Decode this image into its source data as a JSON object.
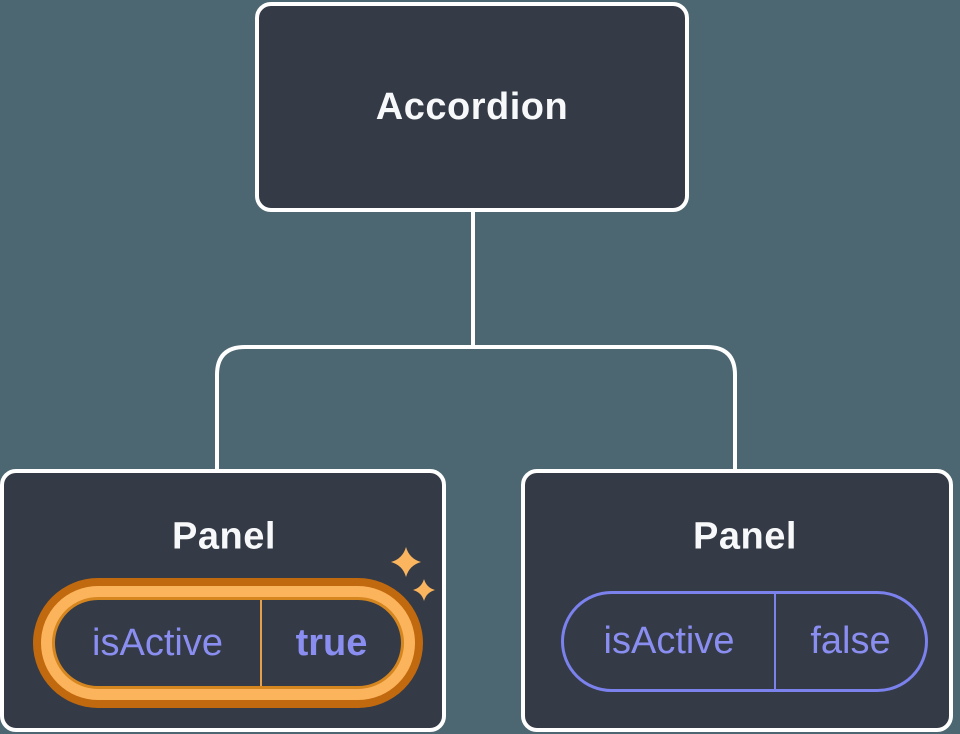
{
  "colors": {
    "background_teal": "#4C6771",
    "box_fill": "#343A46",
    "box_border": "#FFFFFF",
    "connector_line": "#FFFFFF",
    "title_text": "#F7F8F9",
    "prop_text_purple": "#8A8EF0",
    "prop_pill_border_purple": "#7B81ED",
    "highlight_ring_dark_orange": "#C1690E",
    "highlight_ring_gold": "#FCB45C",
    "highlight_inner_line": "#D6861F",
    "highlight_divider": "#E5A04A",
    "sparkle_gold": "#FBB55E"
  },
  "tree": {
    "root": {
      "label": "Accordion"
    },
    "children": [
      {
        "label": "Panel",
        "prop_name": "isActive",
        "prop_value": "true",
        "highlighted": true
      },
      {
        "label": "Panel",
        "prop_name": "isActive",
        "prop_value": "false",
        "highlighted": false
      }
    ]
  }
}
